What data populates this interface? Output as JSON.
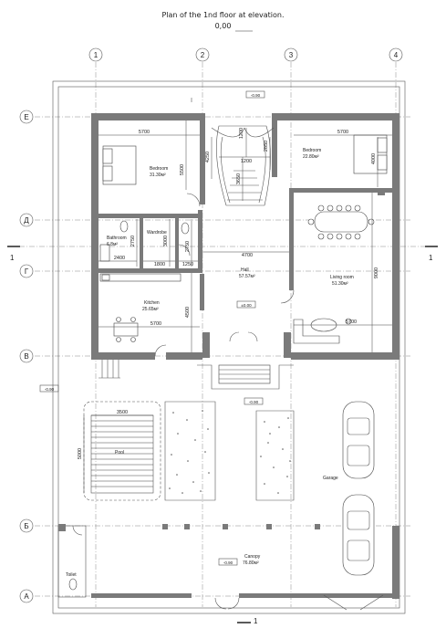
{
  "title": {
    "line1": "Plan of the 1nd floor at elevation.",
    "line2": "0,00"
  },
  "axes": {
    "columns": [
      "1",
      "2",
      "3",
      "4"
    ],
    "rows": [
      "Е",
      "Д",
      "Г",
      "В",
      "Б",
      "А"
    ],
    "section_mark": "1"
  },
  "rooms": {
    "bedroom_left": {
      "name": "Bedroom",
      "area": "31.30м²"
    },
    "bedroom_right": {
      "name": "Bedroom",
      "area": "22.80м²"
    },
    "bathroom": {
      "name": "Bathroom",
      "area": "6.8м²"
    },
    "wardrobe": {
      "name": "Wardrobe"
    },
    "hall": {
      "name": "Hall",
      "area": "57.57м²"
    },
    "living_room": {
      "name": "Living room",
      "area": "51.30м²"
    },
    "kitchen": {
      "name": "Kitchen",
      "area": "25.65м²"
    },
    "pool": {
      "name": "Pool"
    },
    "garage": {
      "name": "Garage"
    },
    "canopy": {
      "name": "Canopy",
      "area": "76.80м²"
    },
    "toilet": {
      "name": "Toilet"
    }
  },
  "levels": {
    "top": "-0.90",
    "zero": "±0.00",
    "left": "-0.90",
    "middle": "-0.90",
    "canopy": "-0.90"
  },
  "dimensions": {
    "d5700_top_left": "5700",
    "d5700_top_right": "5700",
    "d5500": "5500",
    "d4250": "4250",
    "d1200a": "1200",
    "d2850": "2850",
    "d1200b": "1200",
    "d3650": "3650",
    "d4000": "4000",
    "d2750a": "2750",
    "d3000": "3000",
    "d2750b": "2750",
    "d4700": "4700",
    "d2400": "2400",
    "d1800": "1800",
    "d1250": "1250",
    "d9000": "9000",
    "d4500": "4500",
    "d5700_kitchen": "5700",
    "d5700_living": "5700",
    "d3500": "3500",
    "d5000": "5000"
  }
}
